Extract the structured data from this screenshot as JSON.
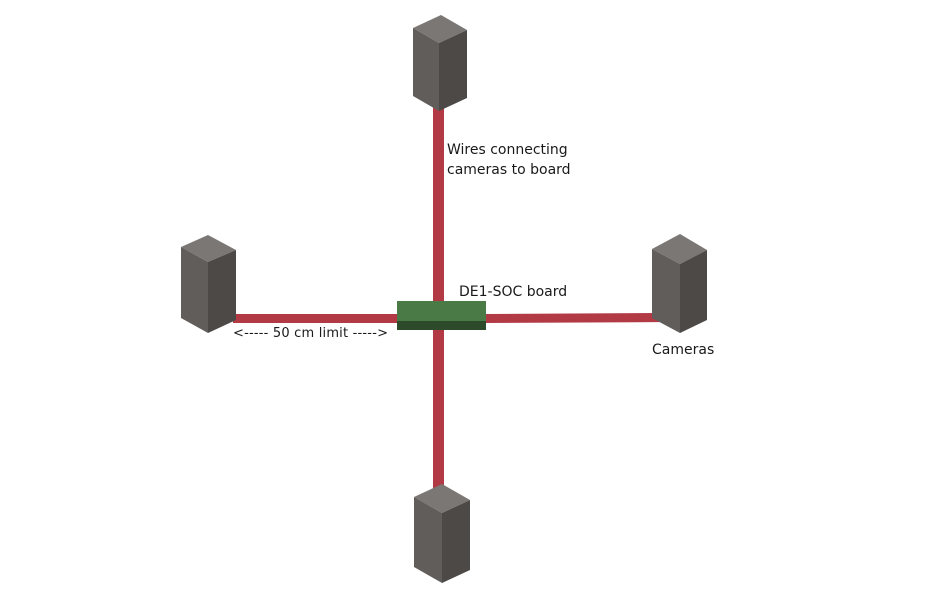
{
  "labels": {
    "wires_line1": "Wires connecting",
    "wires_line2": "cameras to board",
    "board": "DE1-SOC board",
    "cameras": "Cameras",
    "limit": "<----- 50 cm limit ----->"
  },
  "colors": {
    "wire": "#b23a44",
    "board_top": "#4a7b47",
    "board_side": "#2d4a2b",
    "camera_front": "#615d5a",
    "camera_side": "#4c4947",
    "camera_top": "#7b7774"
  },
  "cameras": [
    "camera-top",
    "camera-left",
    "camera-right",
    "camera-bottom"
  ]
}
